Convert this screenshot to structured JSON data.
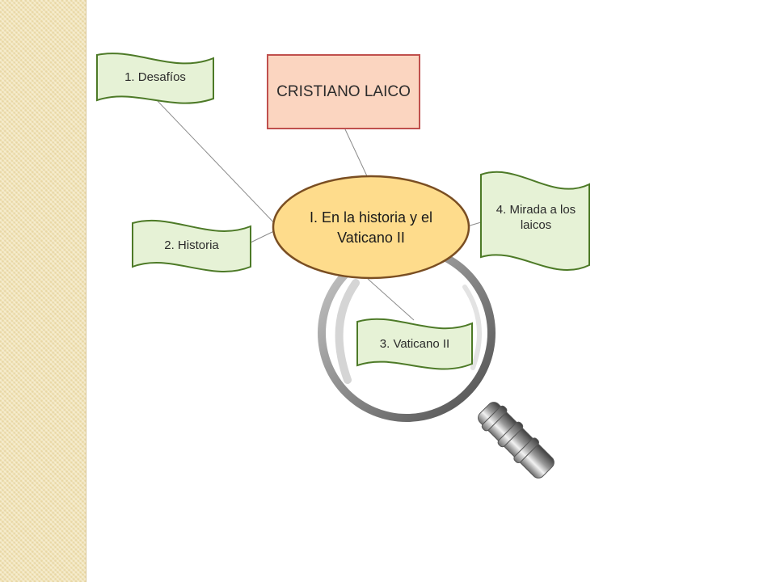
{
  "colors": {
    "flag_fill": "#e6f2d6",
    "flag_stroke": "#4d7a27",
    "title_fill": "#fbd5c0",
    "title_stroke": "#c0504d",
    "center_fill": "#fedc8c",
    "center_stroke": "#7a4e22",
    "connector": "#8c8c8c"
  },
  "icons": {
    "magnifier": "magnifying-glass-icon"
  },
  "diagram": {
    "title": "CRISTIANO LAICO",
    "center": "I. En la historia y el Vaticano II",
    "nodes": [
      {
        "id": "desafios",
        "label": "1. Desafíos"
      },
      {
        "id": "historia",
        "label": "2. Historia"
      },
      {
        "id": "vaticano",
        "label": "3. Vaticano II"
      },
      {
        "id": "mirada",
        "label": "4. Mirada a los laicos"
      }
    ]
  }
}
